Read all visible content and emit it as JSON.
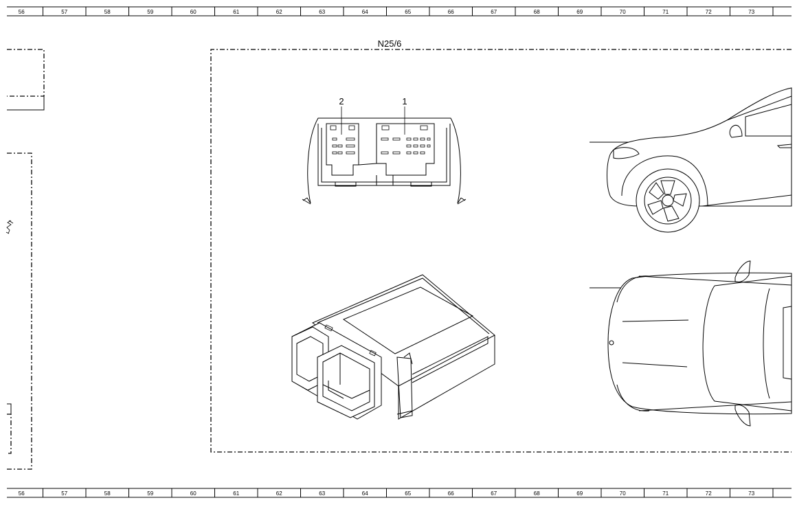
{
  "ruler": {
    "columns": [
      "56",
      "57",
      "58",
      "59",
      "60",
      "61",
      "62",
      "63",
      "64",
      "65",
      "66",
      "67",
      "68",
      "69",
      "70",
      "71",
      "72",
      "73"
    ]
  },
  "component": {
    "label": "N25/6",
    "connector_pins": [
      "2",
      "1"
    ]
  }
}
